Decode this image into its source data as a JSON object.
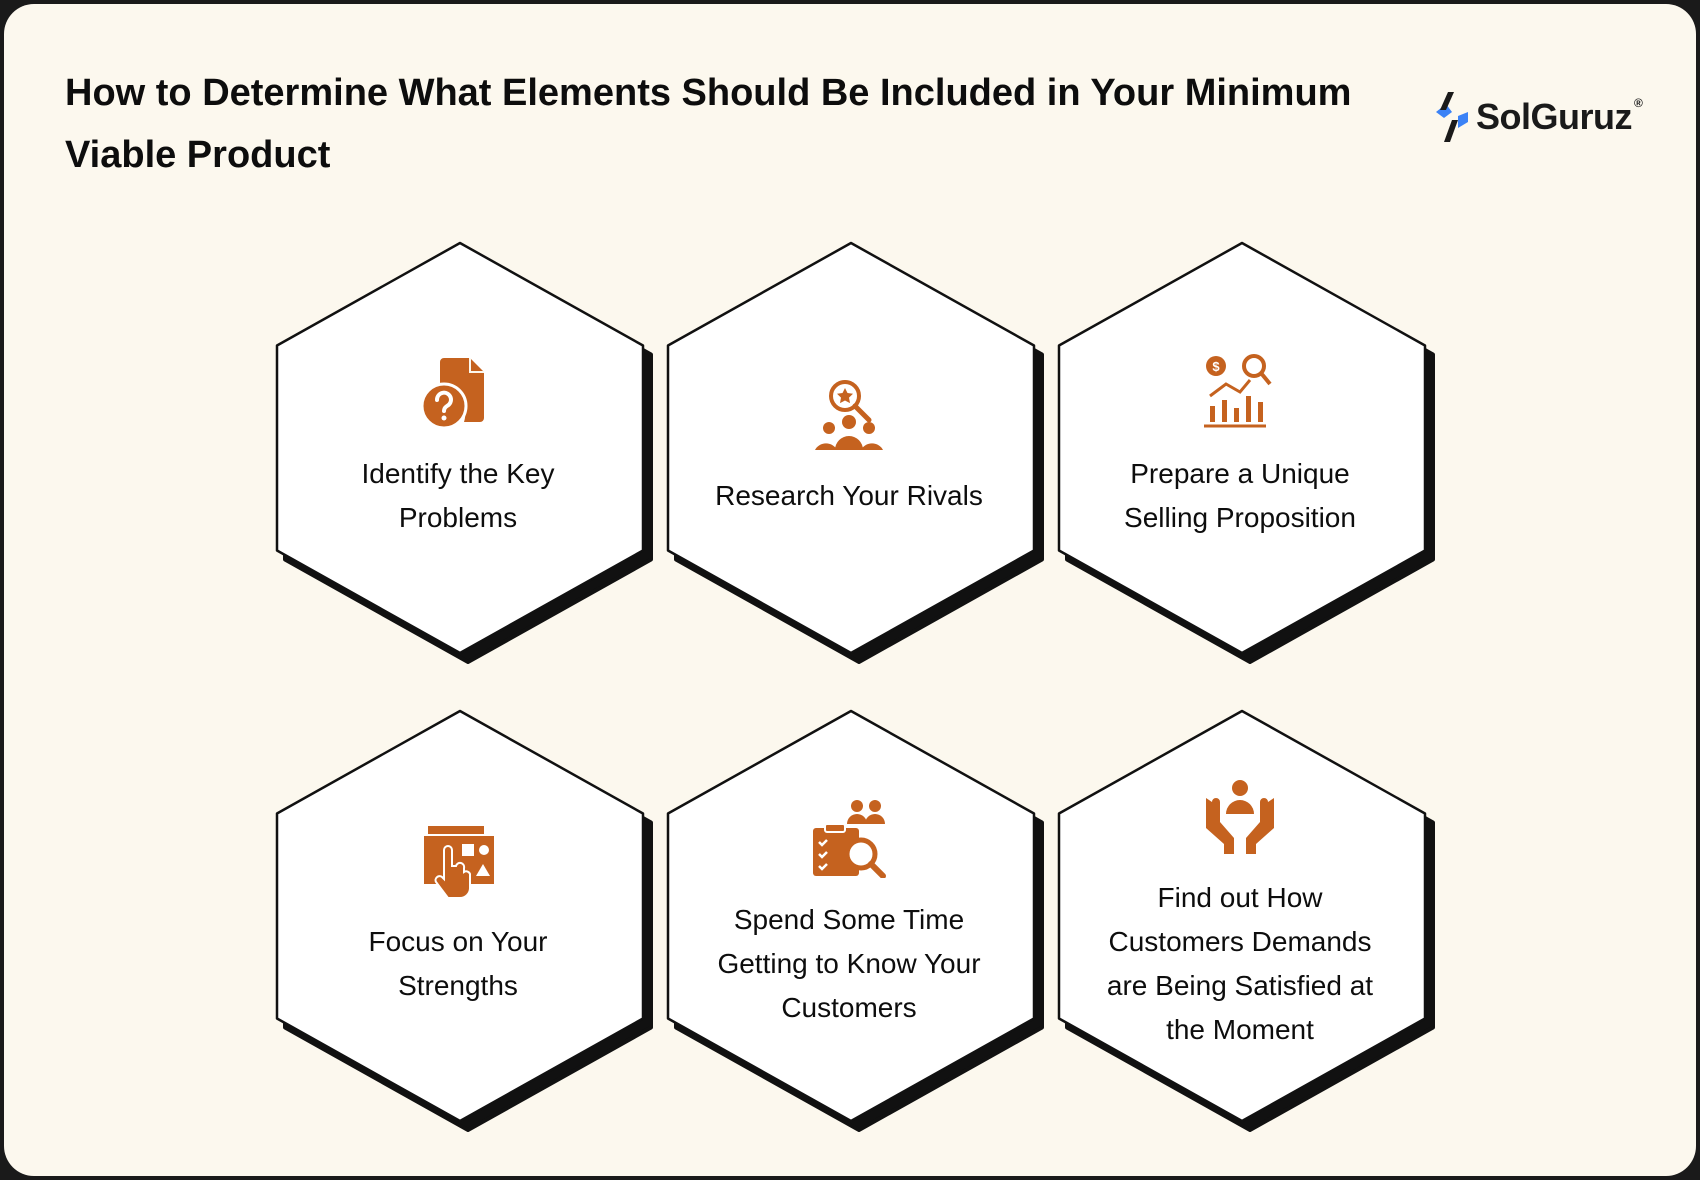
{
  "title": "How to Determine What Elements Should Be Included in Your Minimum Viable Product",
  "logo": {
    "text": "SolGuruz",
    "registered": "®",
    "brand_blue": "#3b82f6",
    "brand_dark": "#1a1a1a"
  },
  "colors": {
    "background": "#fcf8ee",
    "hex_fill": "#ffffff",
    "accent": "#c5621f",
    "outline": "#111111"
  },
  "items": [
    {
      "label": "Identify the Key Problems",
      "icon": "document-question-icon"
    },
    {
      "label": "Research Your Rivals",
      "icon": "team-search-star-icon"
    },
    {
      "label": "Prepare a Unique Selling Proposition",
      "icon": "dollar-chart-search-icon"
    },
    {
      "label": "Focus on Your Strengths",
      "icon": "hand-shapes-icon"
    },
    {
      "label": "Spend Some Time Getting to Know Your Customers",
      "icon": "clipboard-users-search-icon"
    },
    {
      "label": "Find out How Customers Demands are Being Satisfied at the Moment",
      "icon": "hands-person-icon"
    }
  ]
}
